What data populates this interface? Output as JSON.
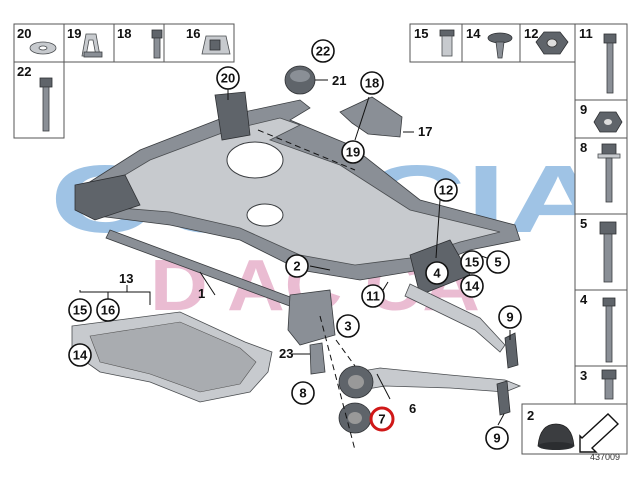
{
  "watermark": {
    "line1": "CCCCIA",
    "line2": "D AC CA",
    "color_blue": "#7fb0dd",
    "color_pink": "#e3a6c4"
  },
  "top_left_parts": [
    {
      "label": "20",
      "icon": "washer-icon"
    },
    {
      "label": "19",
      "icon": "spring-clip-icon"
    },
    {
      "label": "18",
      "icon": "hex-bolt-icon"
    },
    {
      "label": "16",
      "icon": "clip-nut-icon"
    },
    {
      "label": "22",
      "icon": "long-bolt-icon"
    }
  ],
  "top_right_parts": [
    {
      "label": "15",
      "icon": "expanding-nut-icon"
    },
    {
      "label": "14",
      "icon": "plastic-rivet-icon"
    },
    {
      "label": "12",
      "icon": "hex-flange-nut-icon"
    },
    {
      "label": "11",
      "icon": "long-bolt-icon"
    }
  ],
  "right_column_parts": [
    {
      "label": "9",
      "icon": "self-locking-nut-icon"
    },
    {
      "label": "8",
      "icon": "collar-bolt-icon"
    },
    {
      "label": "5",
      "icon": "hex-bolt-icon"
    },
    {
      "label": "4",
      "icon": "long-stud-bolt-icon"
    },
    {
      "label": "3",
      "icon": "short-bolt-icon"
    },
    {
      "label": "2",
      "icon": "rubber-bump-stop-icon"
    }
  ],
  "callouts": [
    {
      "label": "22",
      "highlight": false
    },
    {
      "label": "20",
      "highlight": false
    },
    {
      "label": "18",
      "highlight": false
    },
    {
      "label": "19",
      "highlight": false
    },
    {
      "label": "12",
      "highlight": false
    },
    {
      "label": "2",
      "highlight": false
    },
    {
      "label": "4",
      "highlight": false
    },
    {
      "label": "15",
      "highlight": false
    },
    {
      "label": "14",
      "highlight": false
    },
    {
      "label": "5",
      "highlight": false
    },
    {
      "label": "11",
      "highlight": false
    },
    {
      "label": "3",
      "highlight": false
    },
    {
      "label": "9",
      "highlight": false
    },
    {
      "label": "15",
      "highlight": false
    },
    {
      "label": "16",
      "highlight": false
    },
    {
      "label": "14",
      "highlight": false
    },
    {
      "label": "8",
      "highlight": false
    },
    {
      "label": "7",
      "highlight": true
    },
    {
      "label": "9",
      "highlight": false
    }
  ],
  "plain_labels": [
    {
      "label": "21"
    },
    {
      "label": "17"
    },
    {
      "label": "13"
    },
    {
      "label": "1"
    },
    {
      "label": "23"
    },
    {
      "label": "6"
    }
  ],
  "diagram_code": "437009",
  "highlight_color": "#d01818"
}
